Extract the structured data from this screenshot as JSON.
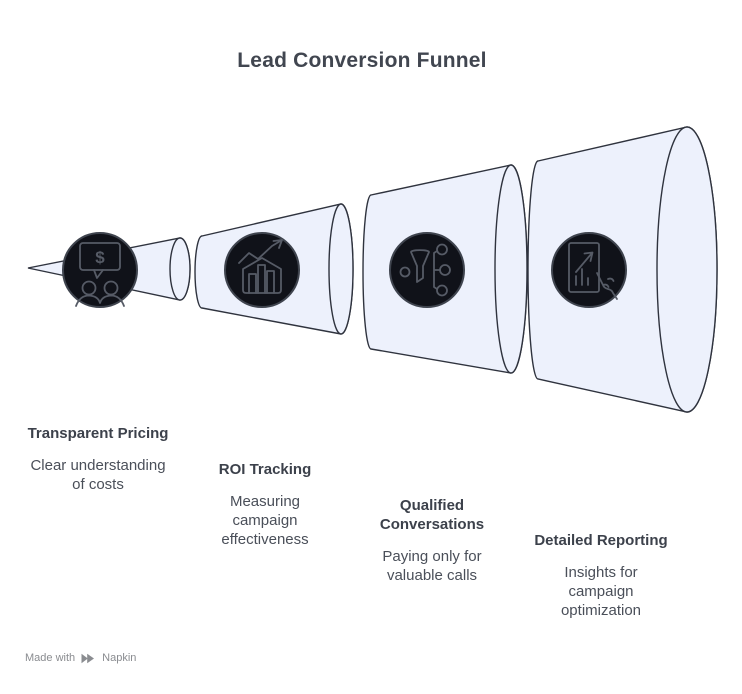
{
  "title": "Lead Conversion Funnel",
  "colors": {
    "background": "#ffffff",
    "funnel_fill": "#edf1fc",
    "funnel_stroke": "#2f333e",
    "icon_circle_fill": "#101219",
    "icon_circle_ring": "#3f444e",
    "icon_stroke": "#565b66",
    "title_text": "#414650",
    "heading_text": "#3c414b",
    "body_text": "#4a4f59",
    "footer_text": "#8a8c90"
  },
  "stages": [
    {
      "icon": "pricing-conversation-icon",
      "icon_glyph": "$",
      "heading": "Transparent Pricing",
      "description": "Clear understanding\nof costs"
    },
    {
      "icon": "roi-chart-icon",
      "heading": "ROI Tracking",
      "description": "Measuring\ncampaign\neffectiveness"
    },
    {
      "icon": "funnel-filter-icon",
      "heading": "Qualified\nConversations",
      "description": "Paying only for\nvaluable calls"
    },
    {
      "icon": "report-hand-icon",
      "heading": "Detailed Reporting",
      "description": "Insights for\ncampaign\noptimization"
    }
  ],
  "footer": {
    "made_with": "Made with",
    "brand": "Napkin",
    "logo": "napkin-logo-icon"
  }
}
